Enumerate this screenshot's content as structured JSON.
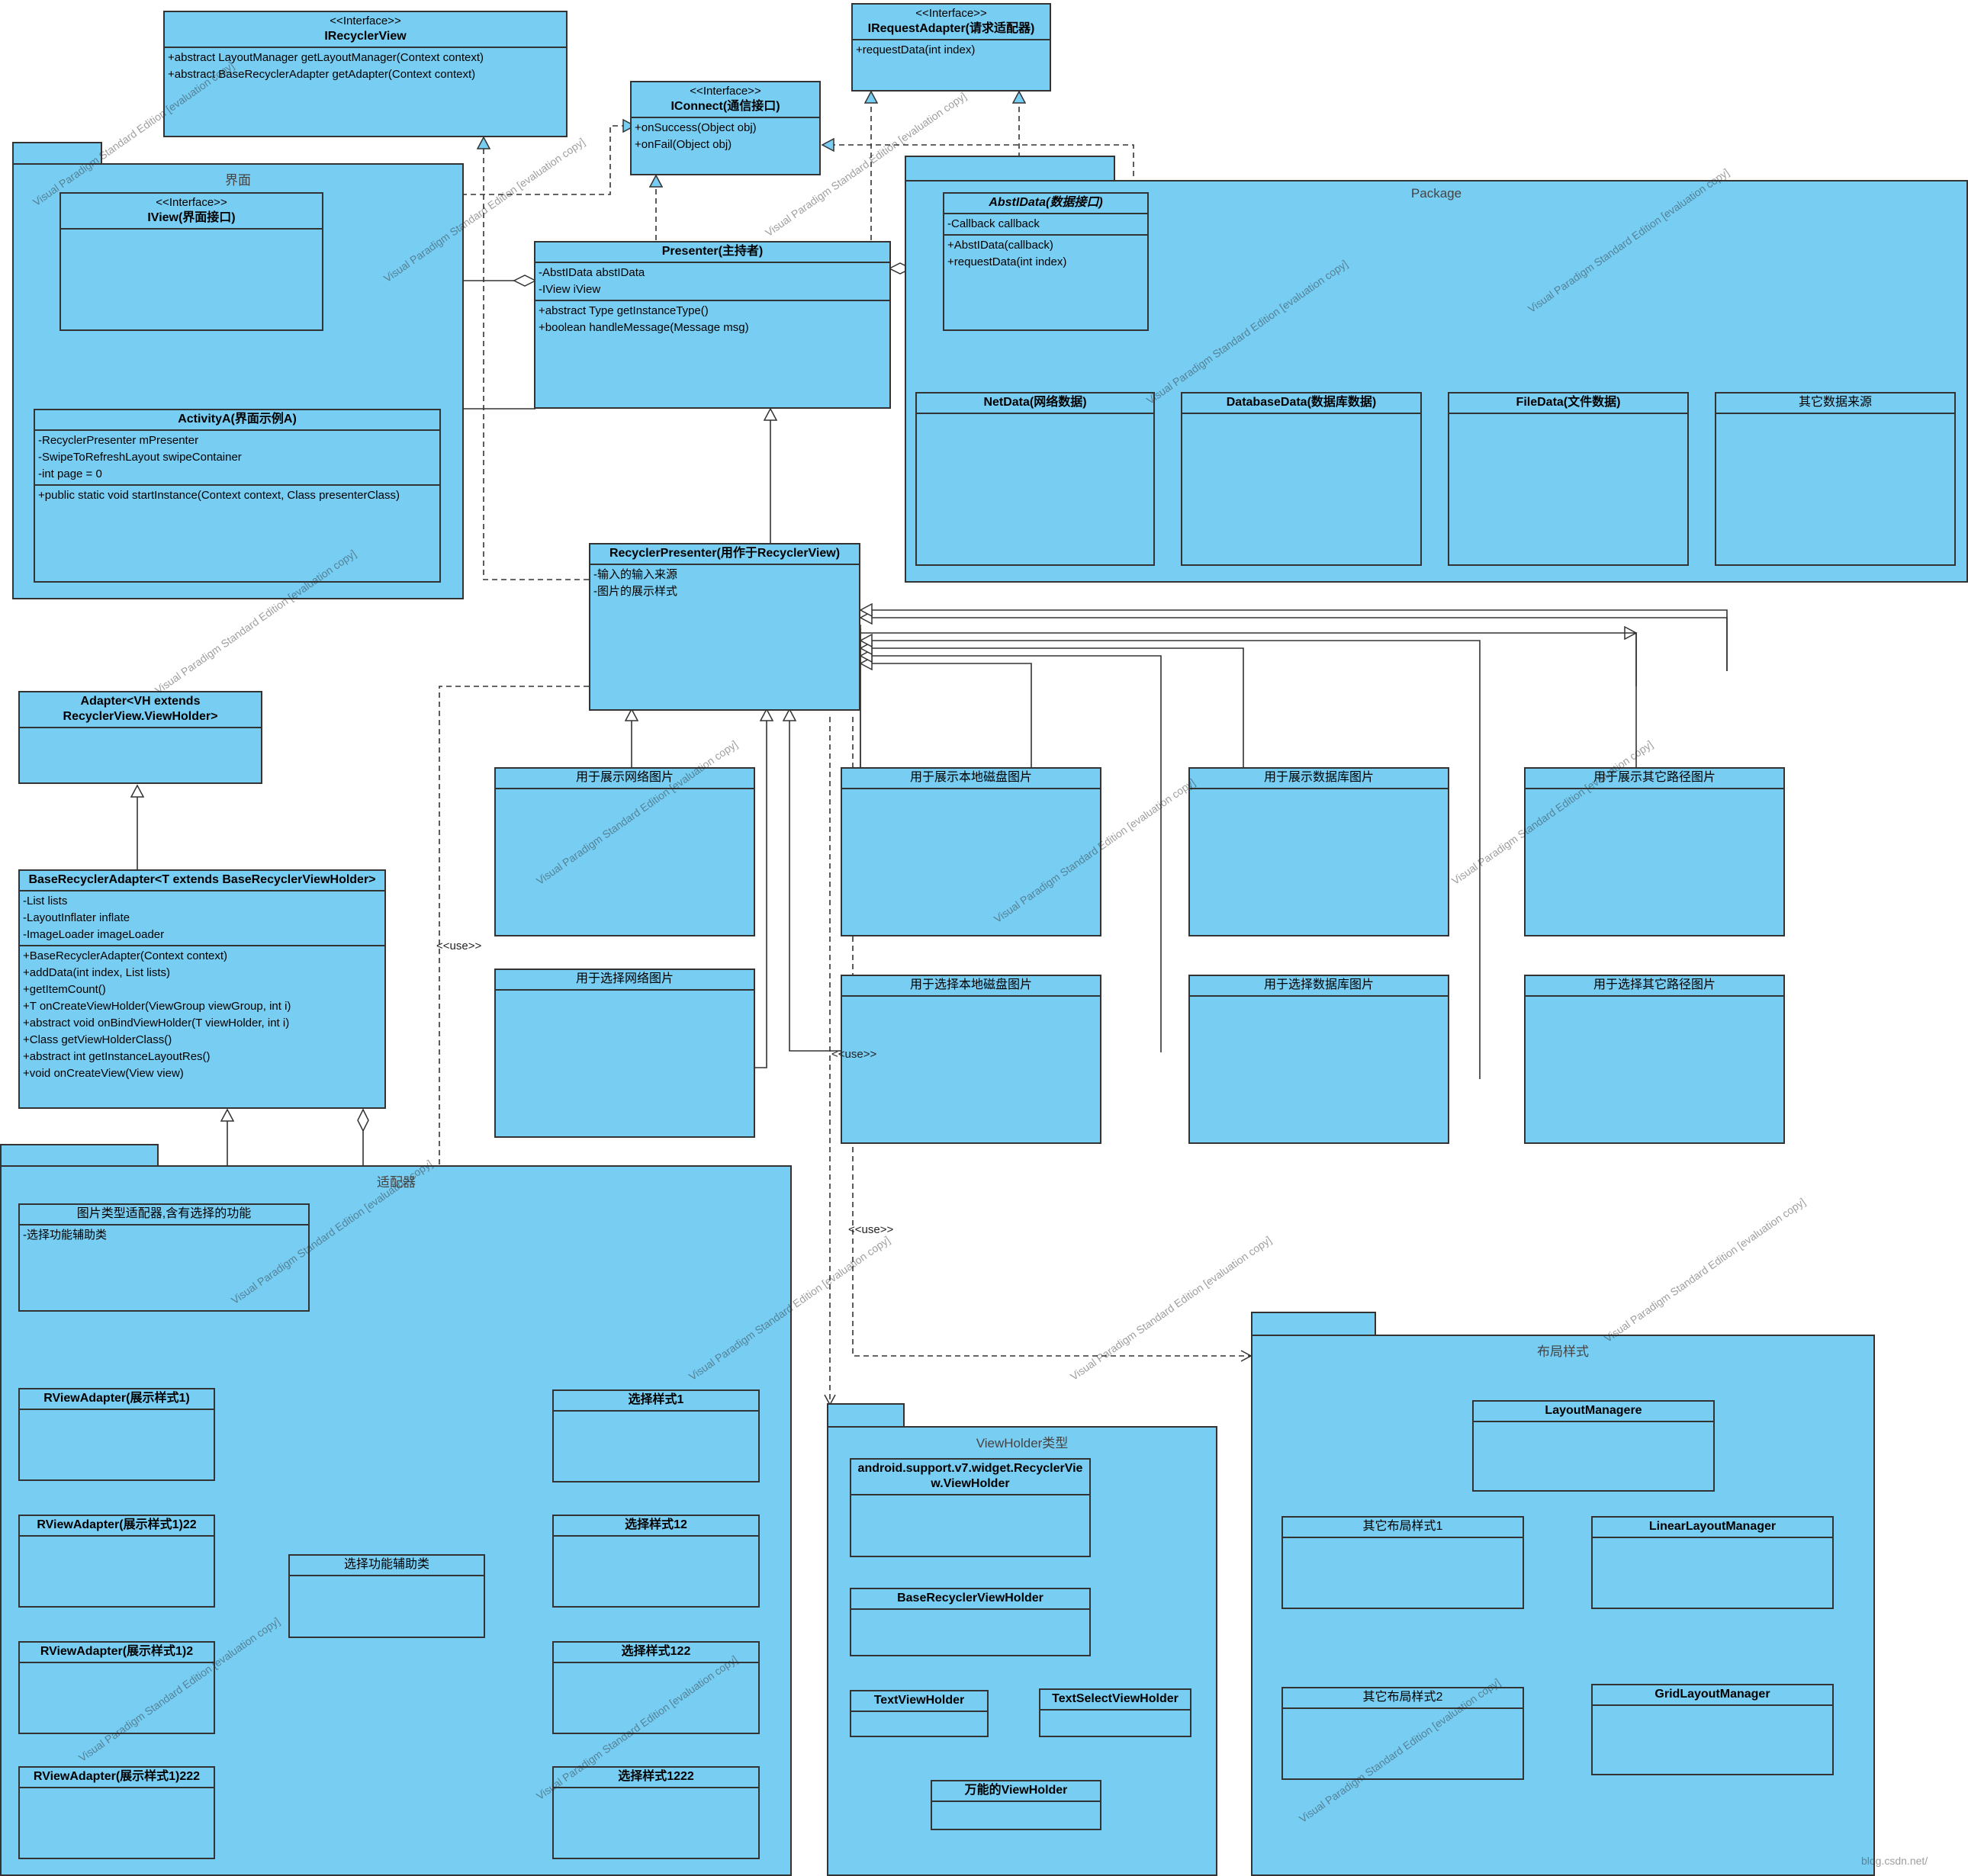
{
  "packages": {
    "ui": "界面",
    "data": "Package",
    "adapter": "适配器",
    "viewholder": "ViewHolder类型",
    "layout": "布局样式"
  },
  "classes": {
    "irecyclerview": {
      "stereotype": "<<Interface>>",
      "name": "IRecyclerView",
      "attributes": [],
      "operations": [
        "+abstract LayoutManager getLayoutManager(Context context)",
        "+abstract BaseRecyclerAdapter getAdapter(Context context)"
      ]
    },
    "irequestadapter": {
      "stereotype": "<<Interface>>",
      "name": "IRequestAdapter(请求适配器)",
      "attributes": [],
      "operations": [
        "+requestData(int index)"
      ]
    },
    "iconnect": {
      "stereotype": "<<Interface>>",
      "name": "IConnect(通信接口)",
      "attributes": [],
      "operations": [
        "+onSuccess(Object obj)",
        "+onFail(Object obj)"
      ]
    },
    "iview": {
      "stereotype": "<<Interface>>",
      "name": "IView(界面接口)",
      "attributes": [],
      "operations": []
    },
    "presenter": {
      "name": "Presenter(主持者)",
      "attributes": [
        "-AbstIData abstIData",
        "-IView iView"
      ],
      "operations": [
        "+abstract Type getInstanceType()",
        "+boolean handleMessage(Message msg)"
      ]
    },
    "abstidata": {
      "name": "AbstIData(数据接口)",
      "attributes": [
        "-Callback callback"
      ],
      "operations": [
        "+AbstIData(callback)",
        "+requestData(int index)"
      ]
    },
    "activitya": {
      "name": "ActivityA(界面示例A)",
      "attributes": [
        "-RecyclerPresenter mPresenter",
        "-SwipeToRefreshLayout swipeContainer",
        "-int page = 0"
      ],
      "operations": [
        "+public static void startInstance(Context context, Class presenterClass)"
      ]
    },
    "netdata": {
      "name": "NetData(网络数据)"
    },
    "databasedata": {
      "name": "DatabaseData(数据库数据)"
    },
    "filedata": {
      "name": "FileData(文件数据)"
    },
    "otherdata": {
      "name": "其它数据来源"
    },
    "recyclerpresenter": {
      "name": "RecyclerPresenter(用作于RecyclerView)",
      "attributes": [
        "-输入的输入来源",
        "-图片的展示样式"
      ]
    },
    "adaptervh": {
      "name": "Adapter<VH extends RecyclerView.ViewHolder>"
    },
    "baserecycleradapter": {
      "name": "BaseRecyclerAdapter<T extends BaseRecyclerViewHolder>",
      "attributes": [
        "-List lists",
        "-LayoutInflater inflate",
        "-ImageLoader imageLoader"
      ],
      "operations": [
        "+BaseRecyclerAdapter(Context context)",
        "+addData(int index, List lists)",
        "+getItemCount()",
        "+T onCreateViewHolder(ViewGroup viewGroup, int i)",
        "+abstract void onBindViewHolder(T viewHolder, int i)",
        "+Class getViewHolderClass()",
        "+abstract int getInstanceLayoutRes()",
        "+void onCreateView(View view)"
      ]
    },
    "p_show_net": {
      "name": "用于展示网络图片"
    },
    "p_select_net": {
      "name": "用于选择网络图片"
    },
    "p_show_disk": {
      "name": "用于展示本地磁盘图片"
    },
    "p_select_disk": {
      "name": "用于选择本地磁盘图片"
    },
    "p_show_db": {
      "name": "用于展示数据库图片"
    },
    "p_select_db": {
      "name": "用于选择数据库图片"
    },
    "p_show_other": {
      "name": "用于展示其它路径图片"
    },
    "p_select_other": {
      "name": "用于选择其它路径图片"
    },
    "imgadapter": {
      "name": "图片类型适配器,含有选择的功能",
      "attributes": [
        "-选择功能辅助类"
      ]
    },
    "rview1": {
      "name": "RViewAdapter(展示样式1)"
    },
    "rview122": {
      "name": "RViewAdapter(展示样式1)22"
    },
    "rview12": {
      "name": "RViewAdapter(展示样式1)2"
    },
    "rview1222": {
      "name": "RViewAdapter(展示样式1)222"
    },
    "selhelper": {
      "name": "选择功能辅助类"
    },
    "sel1": {
      "name": "选择样式1"
    },
    "sel12": {
      "name": "选择样式12"
    },
    "sel122": {
      "name": "选择样式122"
    },
    "sel1222": {
      "name": "选择样式1222"
    },
    "androidvh": {
      "name": "android.support.v7.widget.RecyclerView.ViewHolder"
    },
    "baserecyclervh": {
      "name": "BaseRecyclerViewHolder"
    },
    "textvh": {
      "name": "TextViewHolder"
    },
    "textselectvh": {
      "name": "TextSelectViewHolder"
    },
    "universalvh": {
      "name": "万能的ViewHolder"
    },
    "layoutmanagere": {
      "name": "LayoutManagere"
    },
    "otherlayout1": {
      "name": "其它布局样式1"
    },
    "otherlayout2": {
      "name": "其它布局样式2"
    },
    "linearlayout": {
      "name": "LinearLayoutManager"
    },
    "gridlayout": {
      "name": "GridLayoutManager"
    }
  },
  "labels": {
    "use": "<<use>>"
  },
  "watermark": "Visual Paradigm Standard Edition [evaluation copy]",
  "site_watermark": "blog.csdn.net/",
  "colors": {
    "fill": "#78cdf2",
    "stroke": "#333333"
  }
}
